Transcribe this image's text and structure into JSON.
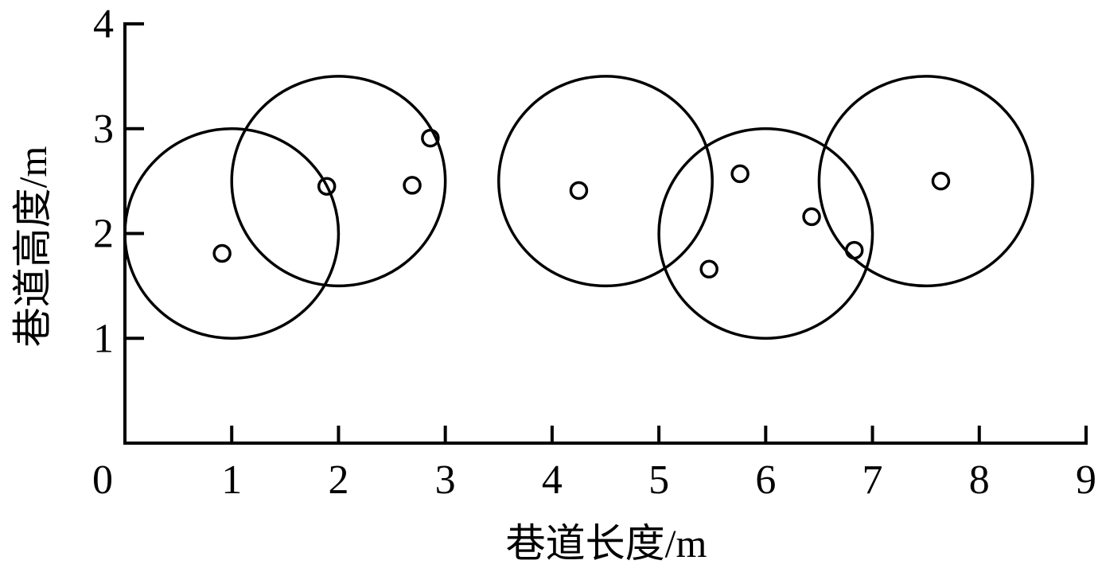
{
  "chart_data": {
    "type": "scatter",
    "title": "",
    "xlabel": "巷道长度/m",
    "ylabel": "巷道高度/m",
    "xlim": [
      0,
      9
    ],
    "ylim": [
      0,
      4
    ],
    "x_ticks": [
      0,
      1,
      2,
      3,
      4,
      5,
      6,
      7,
      8,
      9
    ],
    "y_ticks": [
      1,
      2,
      3,
      4
    ],
    "grid": false,
    "legend": null,
    "series": [
      {
        "name": "points",
        "marker": "open-circle",
        "points": [
          {
            "x": 0.91,
            "y": 1.81
          },
          {
            "x": 1.89,
            "y": 2.45
          },
          {
            "x": 2.69,
            "y": 2.46
          },
          {
            "x": 2.86,
            "y": 2.91
          },
          {
            "x": 4.25,
            "y": 2.41
          },
          {
            "x": 5.47,
            "y": 1.66
          },
          {
            "x": 5.76,
            "y": 2.57
          },
          {
            "x": 6.43,
            "y": 2.16
          },
          {
            "x": 6.83,
            "y": 1.84
          },
          {
            "x": 7.64,
            "y": 2.5
          }
        ]
      },
      {
        "name": "coverage-circles",
        "shape": "circle",
        "radius": 1.0,
        "centers": [
          {
            "x": 1.0,
            "y": 2.0
          },
          {
            "x": 2.0,
            "y": 2.5
          },
          {
            "x": 4.5,
            "y": 2.5
          },
          {
            "x": 6.0,
            "y": 2.0
          },
          {
            "x": 7.5,
            "y": 2.5
          }
        ]
      }
    ],
    "colors": {
      "line": "#000000",
      "background": "#ffffff"
    }
  }
}
